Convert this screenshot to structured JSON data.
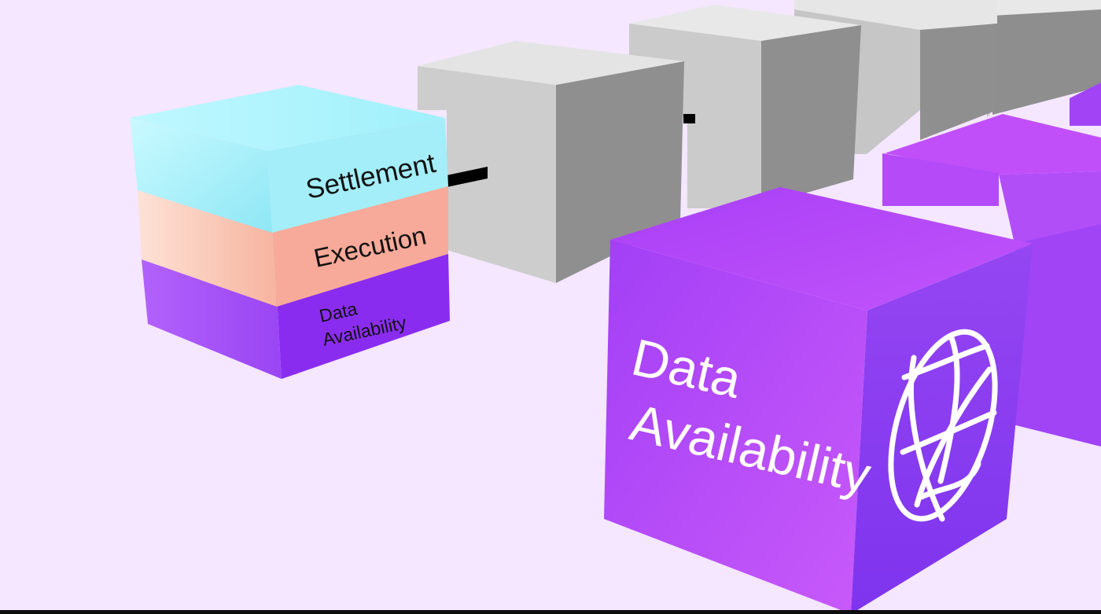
{
  "colors": {
    "background": "#f4e7ff",
    "settlement_layer": "#a8f0f8",
    "execution_layer": "#f8b0a2",
    "data_availability_layer": "#a04bf5",
    "grey_block": "#c8c8c8",
    "purple_block": "#b24df8",
    "connector": "#000000"
  },
  "stack": {
    "settlement_label": "Settlement",
    "execution_label": "Execution",
    "data_availability_line1": "Data",
    "data_availability_line2": "Availability"
  },
  "da_block": {
    "label_line1": "Data",
    "label_line2": "Availability",
    "icon": "celestia-globe-icon"
  }
}
